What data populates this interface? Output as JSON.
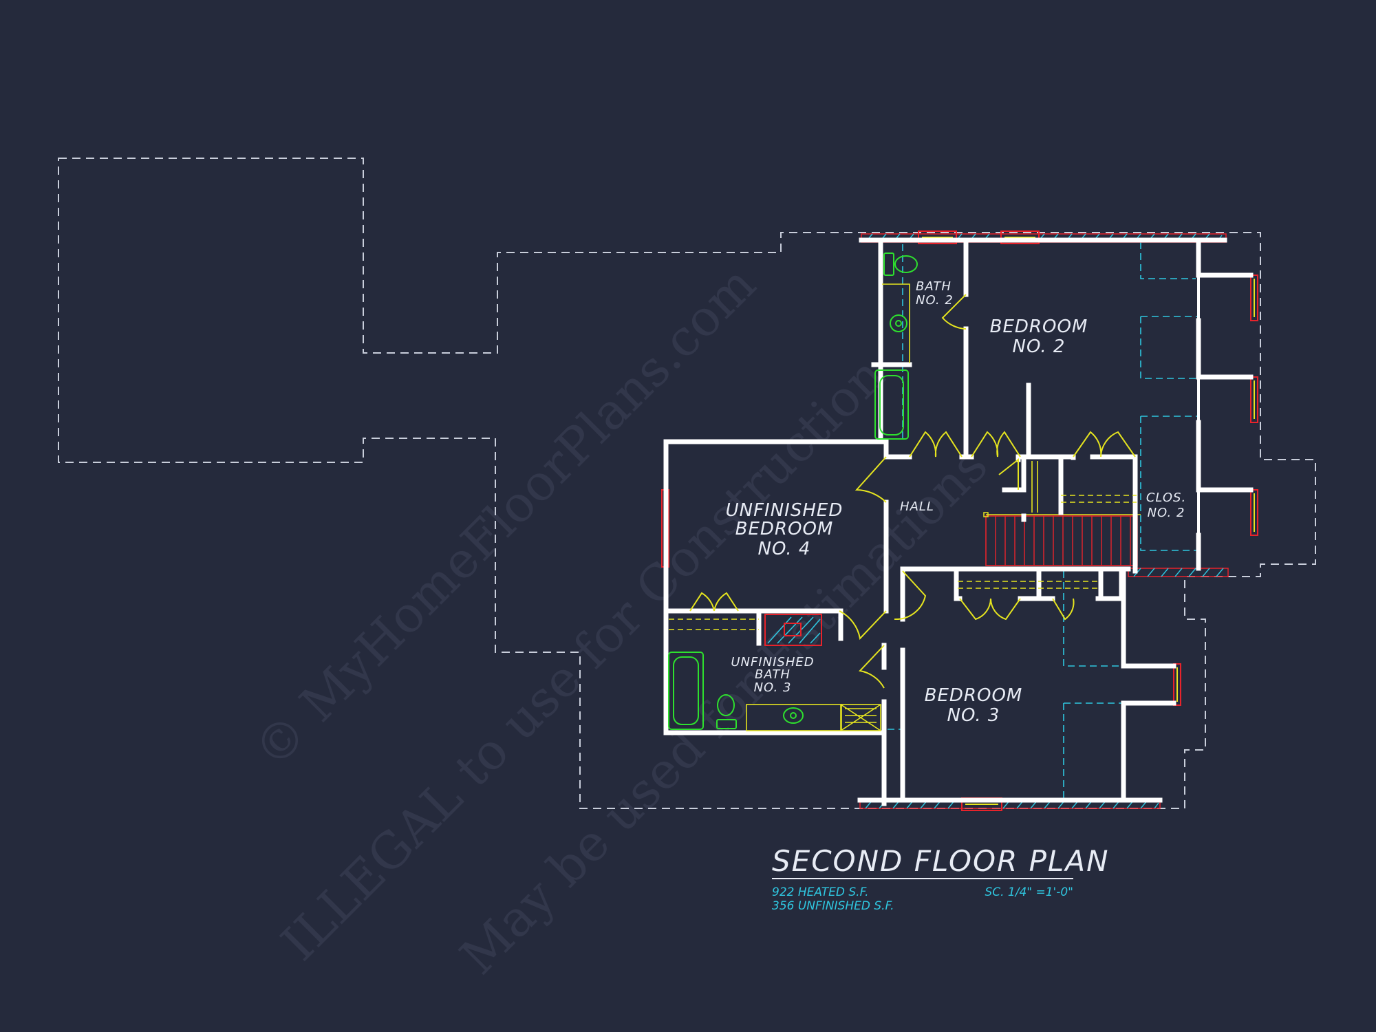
{
  "watermark": {
    "line1": "© MyHomeFloorPlans.com",
    "line2": "ILLEGAL to use for Construction",
    "line3": "May be used for Estimations"
  },
  "rooms": {
    "bath2": {
      "line1": "BATH",
      "line2": "NO. 2"
    },
    "bedroom2": {
      "line1": "BEDROOM",
      "line2": "NO. 2"
    },
    "bedroom4": {
      "line1": "UNFINISHED",
      "line2": "BEDROOM",
      "line3": "NO. 4"
    },
    "hall": "HALL",
    "clos2": {
      "line1": "CLOS.",
      "line2": "NO. 2"
    },
    "bath3": {
      "line1": "UNFINISHED",
      "line2": "BATH",
      "line3": "NO. 3"
    },
    "bedroom3": {
      "line1": "BEDROOM",
      "line2": "NO. 3"
    }
  },
  "title_block": {
    "title": "SECOND FLOOR PLAN",
    "heated": "922 HEATED S.F.",
    "unfinished": "356 UNFINISHED S.F.",
    "scale": "SC. 1/4\" =1'-0\""
  },
  "colors": {
    "background": "#252a3c",
    "wall": "#ffffff",
    "outline_dashed": "#c9cedb",
    "door_swing": "#e6e51f",
    "fixture": "#2ee02e",
    "window": "#e8232b",
    "hidden_line": "#2fc7e0",
    "note_text": "#2fc7e0"
  }
}
